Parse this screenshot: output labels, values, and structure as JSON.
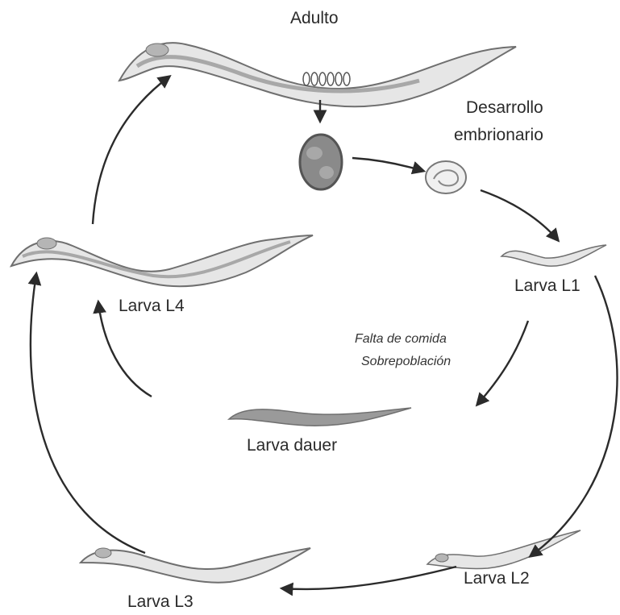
{
  "diagram": {
    "stages": {
      "adult": "Adulto",
      "embryonic_1": "Desarrollo",
      "embryonic_2": "embrionario",
      "l1": "Larva L1",
      "l2": "Larva L2",
      "l3": "Larva L3",
      "l4": "Larva L4",
      "dauer": "Larva dauer"
    },
    "conditions": {
      "line1": "Falta de comida",
      "line2": "Sobrepoblación"
    }
  },
  "colors": {
    "arrow": "#2b2b2b",
    "worm_fill": "#e6e6e6",
    "worm_stroke": "#6f6f6f",
    "egg_fill": "#8a8a8a",
    "dauer_fill": "#9a9a9a"
  }
}
